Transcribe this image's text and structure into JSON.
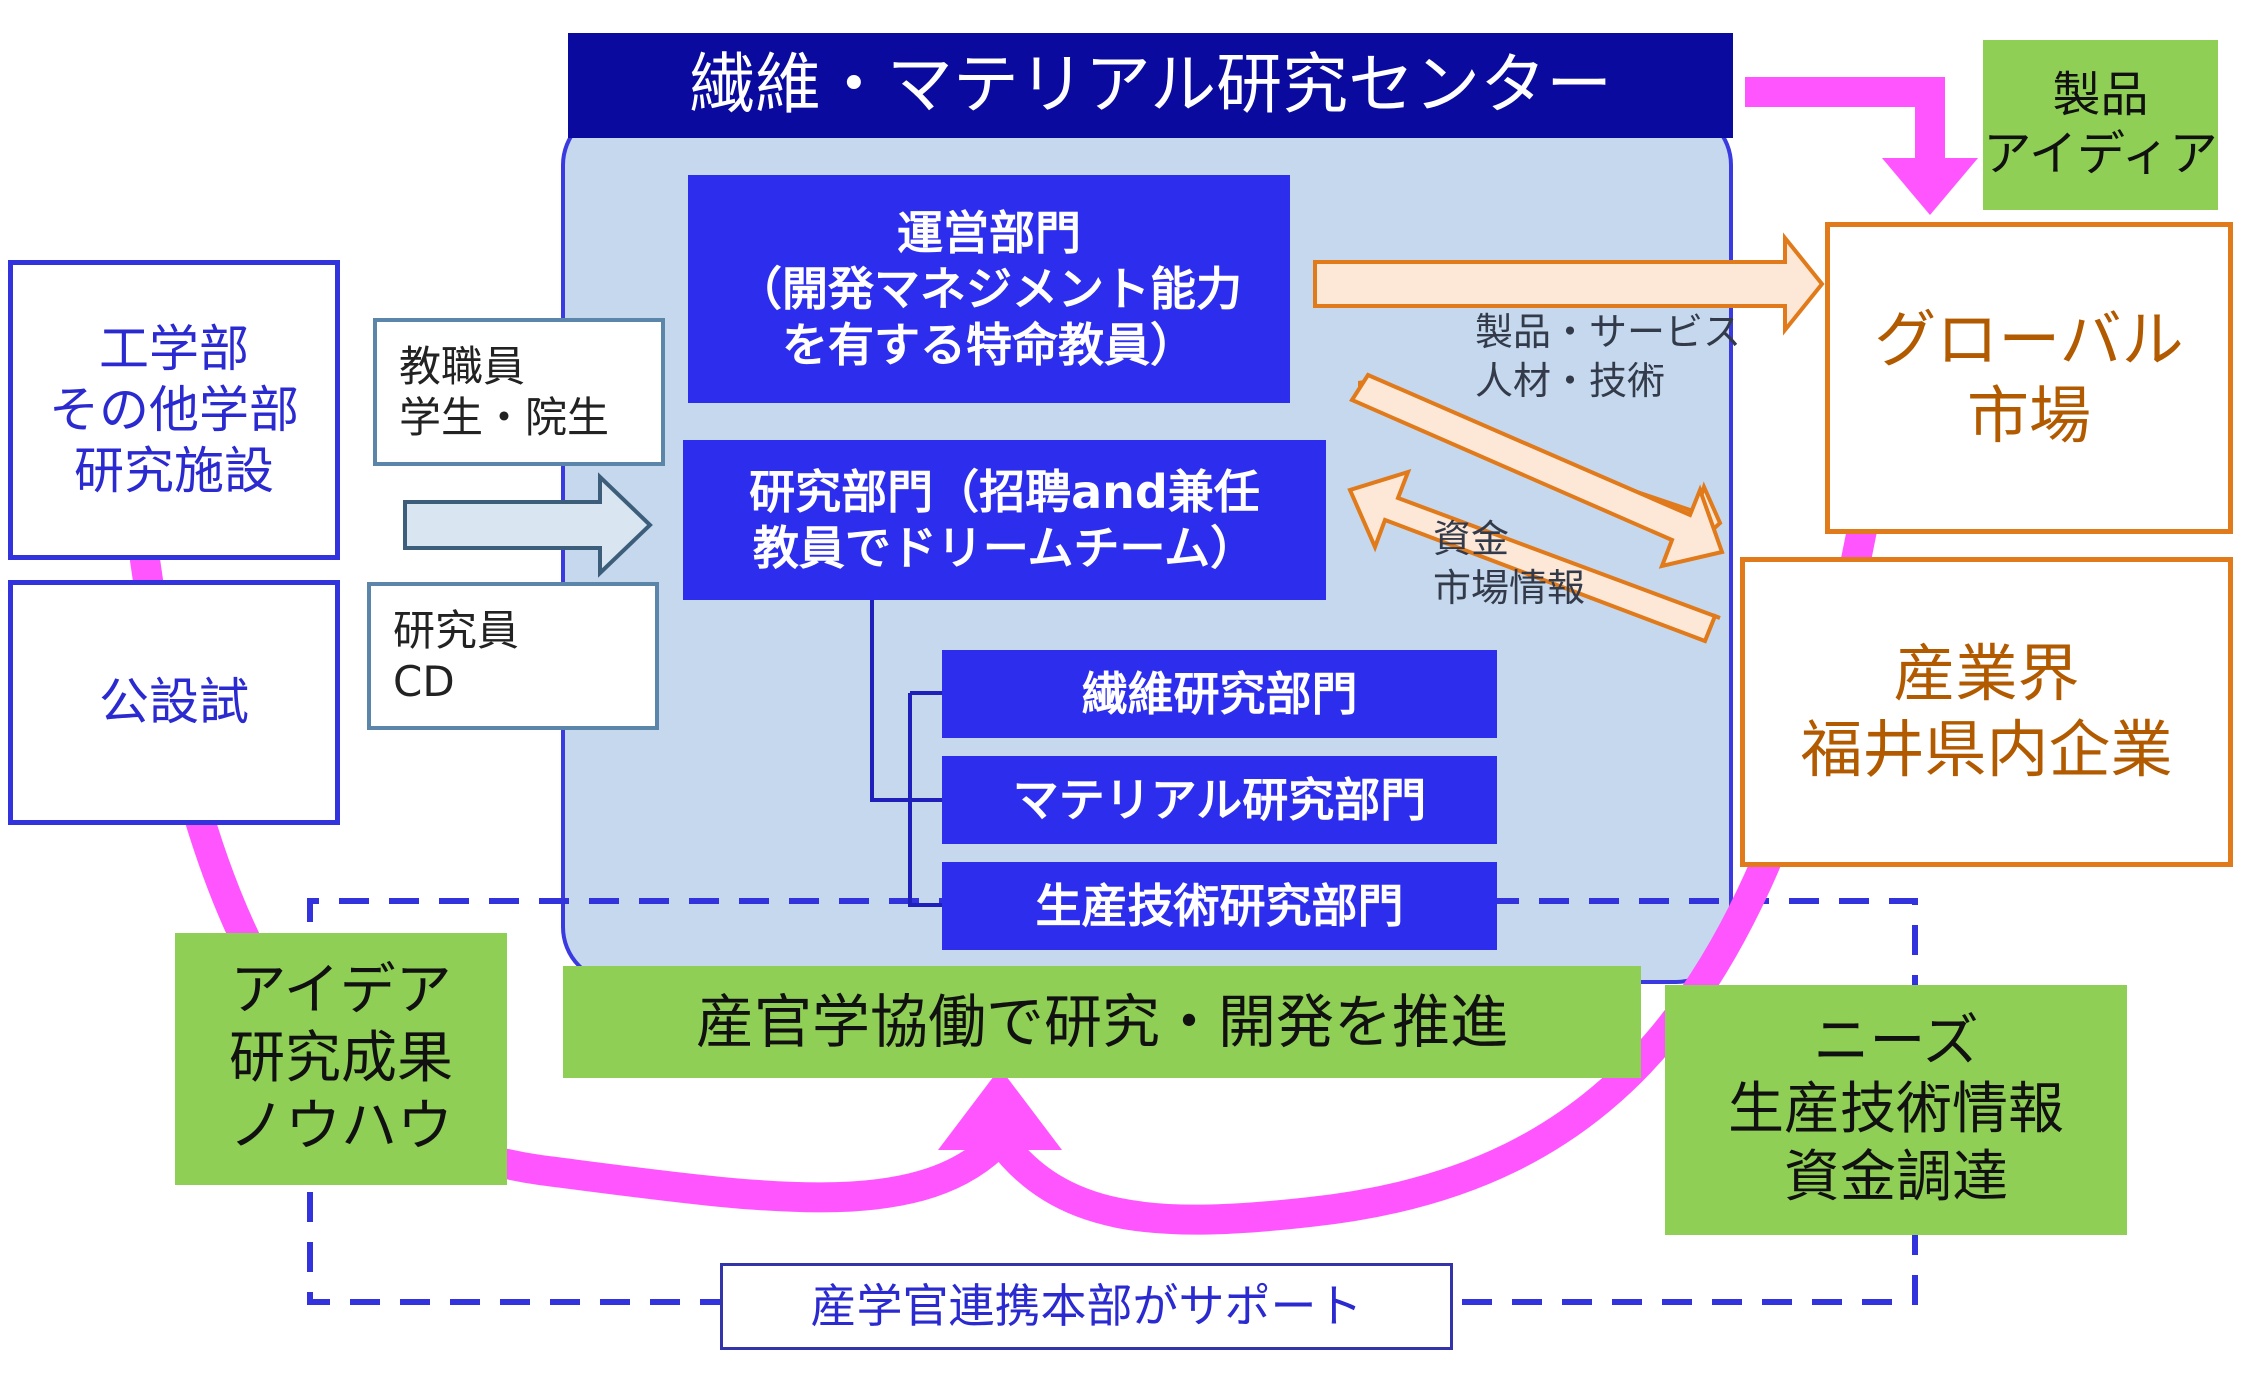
{
  "colors": {
    "center_panel": "#c5d8ee",
    "title_bg": "#0a0a9e",
    "dept_fill": "#2d2ded",
    "partner_border": "#3333dd",
    "market_border": "#e07a1a",
    "green_note": "#8fcf55",
    "magenta_flow": "#ff55ff",
    "dashed_support": "#3333dd"
  },
  "center": {
    "title": "繊維・マテリアル研究センター",
    "management": {
      "line1": "運営部門",
      "line2": "（開発マネジメント能力",
      "line3": "を有する特命教員）"
    },
    "research": {
      "line1": "研究部門（招聘and兼任",
      "line2": "教員でドリームチーム）"
    },
    "subdivisions": [
      "繊維研究部門",
      "マテリアル研究部門",
      "生産技術研究部門"
    ],
    "slogan": "産官学協働で研究・開発を推進"
  },
  "left": {
    "faculty": {
      "line1": "工学部",
      "line2": "その他学部",
      "line3": "研究施設"
    },
    "public_lab": "公設試",
    "staff": {
      "line1": "教職員",
      "line2": "学生・院生"
    },
    "researcher": {
      "line1": "研究員",
      "line2": "CD"
    }
  },
  "right": {
    "product_idea": {
      "line1": "製品",
      "line2": "アイディア"
    },
    "global_market": {
      "line1": "グローバル",
      "line2": "市場"
    },
    "industry": {
      "line1": "産業界",
      "line2": "福井県内企業"
    },
    "flow_out": {
      "line1": "製品・サービス",
      "line2": "人材・技術"
    },
    "flow_in": {
      "line1": "資金",
      "line2": "市場情報"
    }
  },
  "bottom": {
    "ideas": {
      "line1": "アイデア",
      "line2": "研究成果",
      "line3": "ノウハウ"
    },
    "needs": {
      "line1": "ニーズ",
      "line2": "生産技術情報",
      "line3": "資金調達"
    },
    "support": "産学官連携本部がサポート"
  }
}
